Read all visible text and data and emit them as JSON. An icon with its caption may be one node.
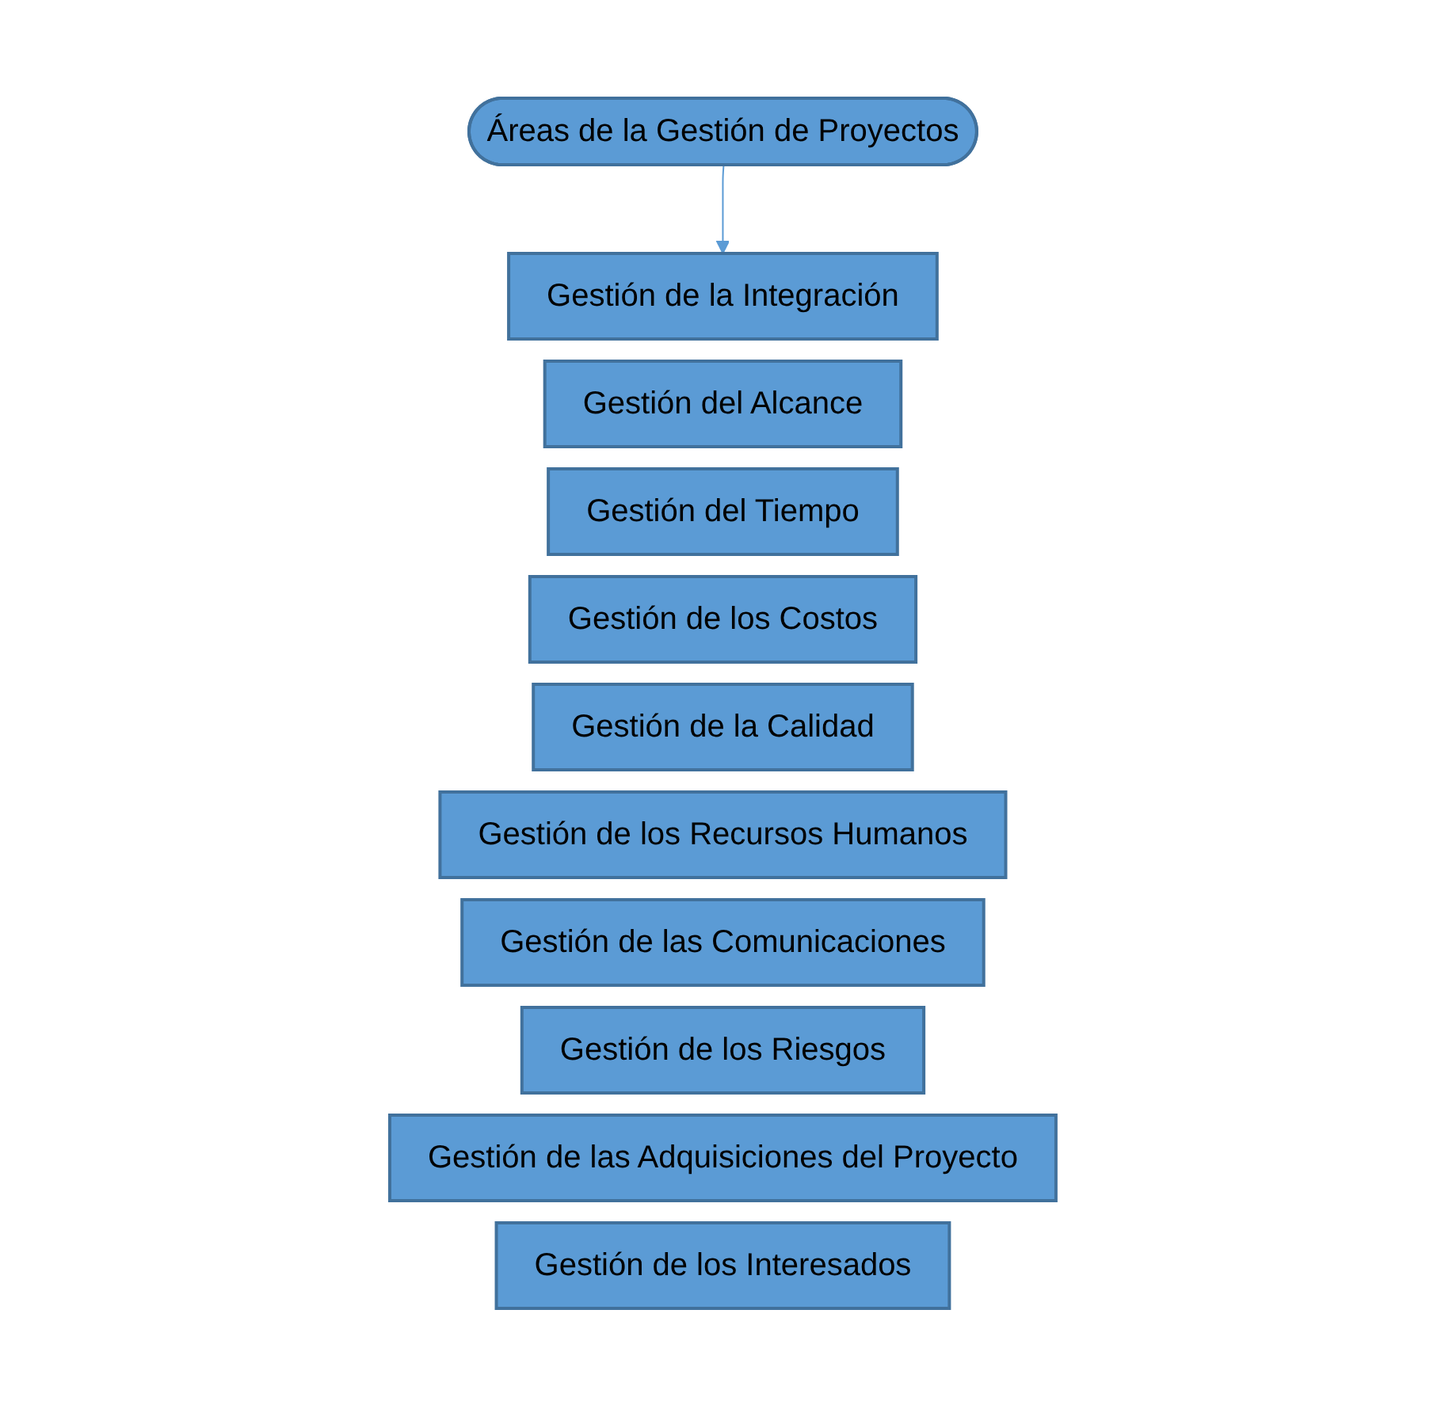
{
  "diagram": {
    "nodes": [
      {
        "text": [
          "Áreas de la Gestión de Proyectos"
        ]
      },
      {
        "text": [
          "Gestión de la Integración"
        ]
      },
      {
        "text": [
          "Gestión del Alcance"
        ]
      },
      {
        "text": [
          "Gestión del Tiempo"
        ]
      },
      {
        "text": [
          "Gestión de los Costos"
        ]
      },
      {
        "text": [
          "Gestión de la Calidad"
        ]
      },
      {
        "text": [
          "Gestión de los Recursos Humanos"
        ]
      },
      {
        "text": [
          "Gestión de las Comunicaciones"
        ]
      },
      {
        "text": [
          "Gestión de los Riesgos"
        ]
      },
      {
        "text": [
          "Gestión de las Adquisiciones del Proyecto"
        ]
      },
      {
        "text": [
          "Gestión de los Interesados"
        ]
      }
    ],
    "edges": [
      {
        "from": 0,
        "to": 1,
        "arrow": "to"
      }
    ]
  }
}
